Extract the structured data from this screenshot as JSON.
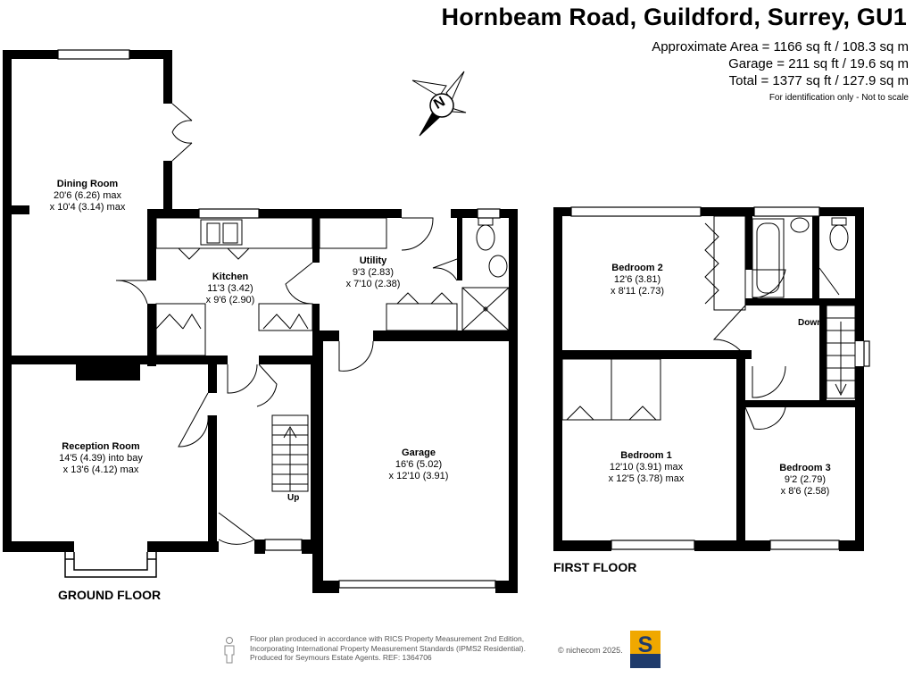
{
  "header": {
    "address": "Hornbeam Road, Guildford, Surrey, GU1",
    "area": "Approximate Area = 1166 sq ft / 108.3 sq m",
    "garage": "Garage = 211 sq ft / 19.6 sq m",
    "total": "Total = 1377 sq ft / 127.9 sq m",
    "note": "For identification only - Not to scale"
  },
  "compass": {
    "label": "N",
    "icon": "compass-rose-icon"
  },
  "ground_floor": {
    "label": "GROUND FLOOR",
    "rooms": {
      "dining": {
        "name": "Dining Room",
        "dim1": "20'6 (6.26) max",
        "dim2": "x 10'4 (3.14) max"
      },
      "kitchen": {
        "name": "Kitchen",
        "dim1": "11'3 (3.42)",
        "dim2": "x 9'6 (2.90)"
      },
      "utility": {
        "name": "Utility",
        "dim1": "9'3 (2.83)",
        "dim2": "x 7'10 (2.38)"
      },
      "reception": {
        "name": "Reception Room",
        "dim1": "14'5 (4.39) into bay",
        "dim2": "x 13'6 (4.12) max"
      },
      "garage": {
        "name": "Garage",
        "dim1": "16'6 (5.02)",
        "dim2": "x 12'10 (3.91)"
      }
    },
    "stairs_label": "Up"
  },
  "first_floor": {
    "label": "FIRST FLOOR",
    "rooms": {
      "bedroom2": {
        "name": "Bedroom 2",
        "dim1": "12'6 (3.81)",
        "dim2": "x 8'11 (2.73)"
      },
      "bedroom1": {
        "name": "Bedroom 1",
        "dim1": "12'10 (3.91) max",
        "dim2": "x 12'5 (3.78) max"
      },
      "bedroom3": {
        "name": "Bedroom 3",
        "dim1": "9'2 (2.79)",
        "dim2": "x 8'6 (2.58)"
      }
    },
    "stairs_label": "Down"
  },
  "footer": {
    "line1": "Floor plan produced in accordance with RICS Property Measurement 2nd Edition,",
    "line2": "Incorporating International Property Measurement Standards (IPMS2 Residential).",
    "line3": "Produced for Seymours Estate Agents.   REF: 1364706",
    "copyright": "© nichecom 2025.",
    "logo_letter": "S",
    "logo_colors": {
      "top": "#f0a800",
      "bottom": "#1f3b6b"
    }
  }
}
